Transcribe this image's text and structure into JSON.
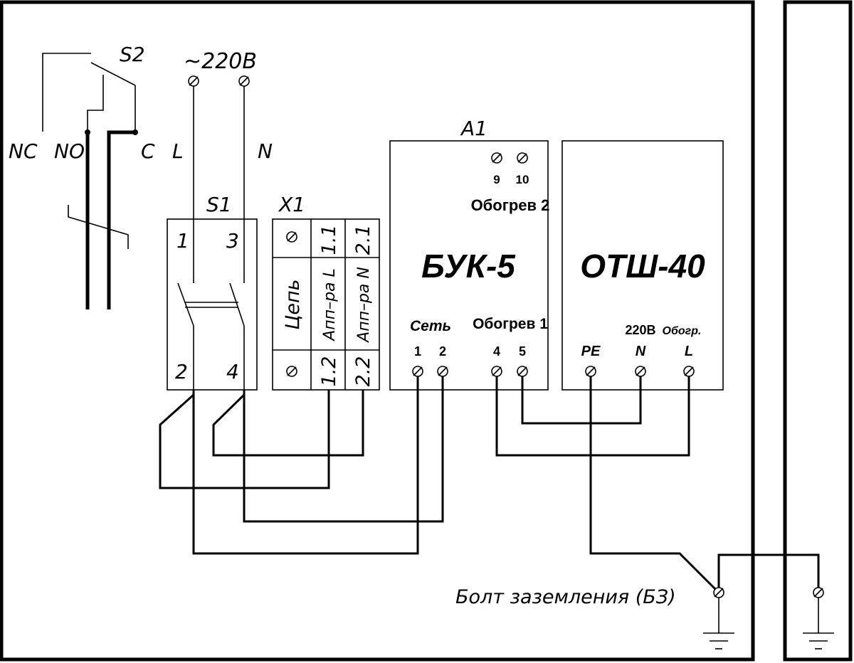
{
  "s2": {
    "label": "S2",
    "nc": "NC",
    "no": "NO",
    "c": "C"
  },
  "supply": {
    "label": "~220В",
    "l": "L",
    "n": "N"
  },
  "s1": {
    "label": "S1",
    "t1": "1",
    "t3": "3",
    "t2": "2",
    "t4": "4"
  },
  "x1": {
    "label": "X1",
    "col_circuit": "Цепь",
    "col_l": "Апп–ра L",
    "col_n": "Апп–ра N",
    "t11": "1.1",
    "t21": "2.1",
    "t12": "1.2",
    "t22": "2.2"
  },
  "a1": {
    "label": "A1",
    "name": "БУК-5",
    "t9": "9",
    "t10": "10",
    "heat2": "Обогрев 2",
    "net": "Сеть",
    "t1": "1",
    "t2": "2",
    "heat1": "Обогрев 1",
    "t4": "4",
    "t5": "5"
  },
  "otsh": {
    "name": "ОТШ-40",
    "v220": "220В",
    "obogr": "Обогр.",
    "pe": "PE",
    "n": "N",
    "l": "L"
  },
  "ground": {
    "label": "Болт заземления (БЗ)"
  }
}
